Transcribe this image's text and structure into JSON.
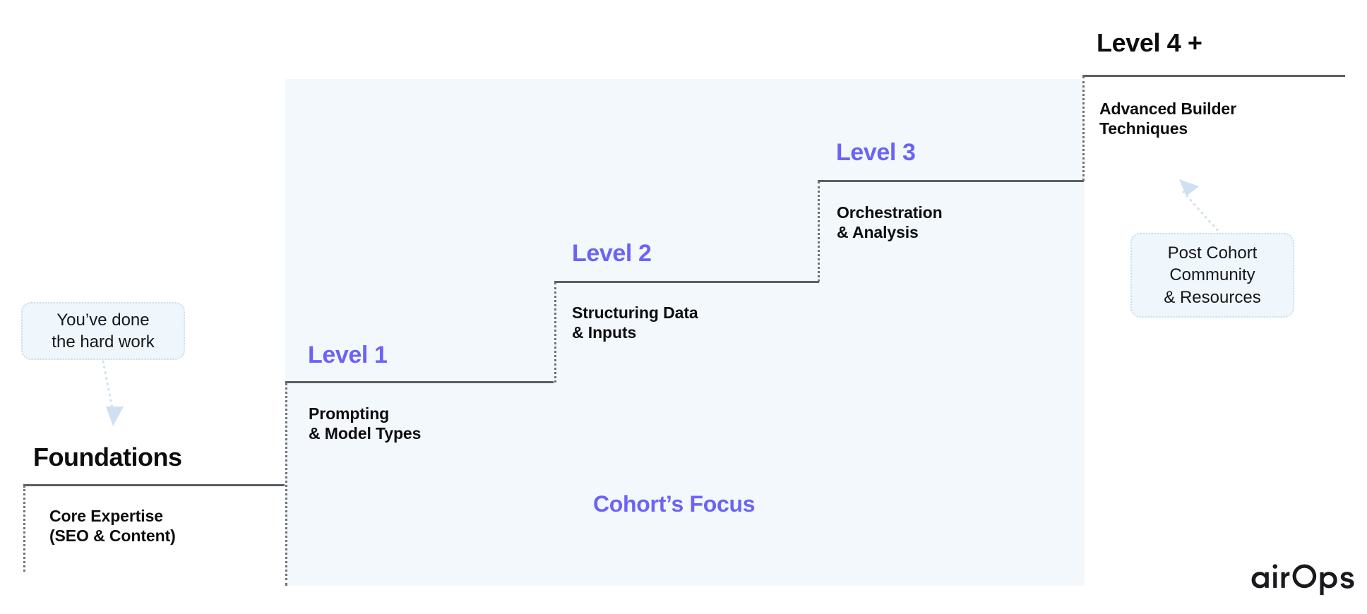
{
  "diagram": {
    "title": "AirOps cohort level progression staircase",
    "colors": {
      "accent_purple": "#6c63f5",
      "panel_blue": "#f3f8fd",
      "callout_blue": "#eff6fc",
      "callout_border": "#c9ddf2",
      "rule_gray": "#5b5f63",
      "text_black": "#0d0d0f"
    },
    "center_caption": "Cohort’s Focus",
    "steps": [
      {
        "id": "foundations",
        "heading": "Foundations",
        "heading_color": "black",
        "description": "Core Expertise\n(SEO & Content)",
        "in_cohort_focus": false
      },
      {
        "id": "level-1",
        "heading": "Level 1",
        "heading_color": "purple",
        "description": "Prompting\n& Model Types",
        "in_cohort_focus": true
      },
      {
        "id": "level-2",
        "heading": "Level 2",
        "heading_color": "purple",
        "description": "Structuring Data\n& Inputs",
        "in_cohort_focus": true
      },
      {
        "id": "level-3",
        "heading": "Level 3",
        "heading_color": "purple",
        "description": "Orchestration\n& Analysis",
        "in_cohort_focus": true
      },
      {
        "id": "level-4-plus",
        "heading": "Level 4 +",
        "heading_color": "black",
        "description": "Advanced Builder\nTechniques",
        "in_cohort_focus": false
      }
    ],
    "callouts": [
      {
        "id": "left-callout",
        "text": "You’ve done\nthe hard work",
        "points_to": "foundations"
      },
      {
        "id": "right-callout",
        "text": "Post Cohort\nCommunity\n& Resources",
        "points_to": "level-4-plus"
      }
    ],
    "logo": {
      "text": "airOps",
      "alt": "airops"
    }
  }
}
